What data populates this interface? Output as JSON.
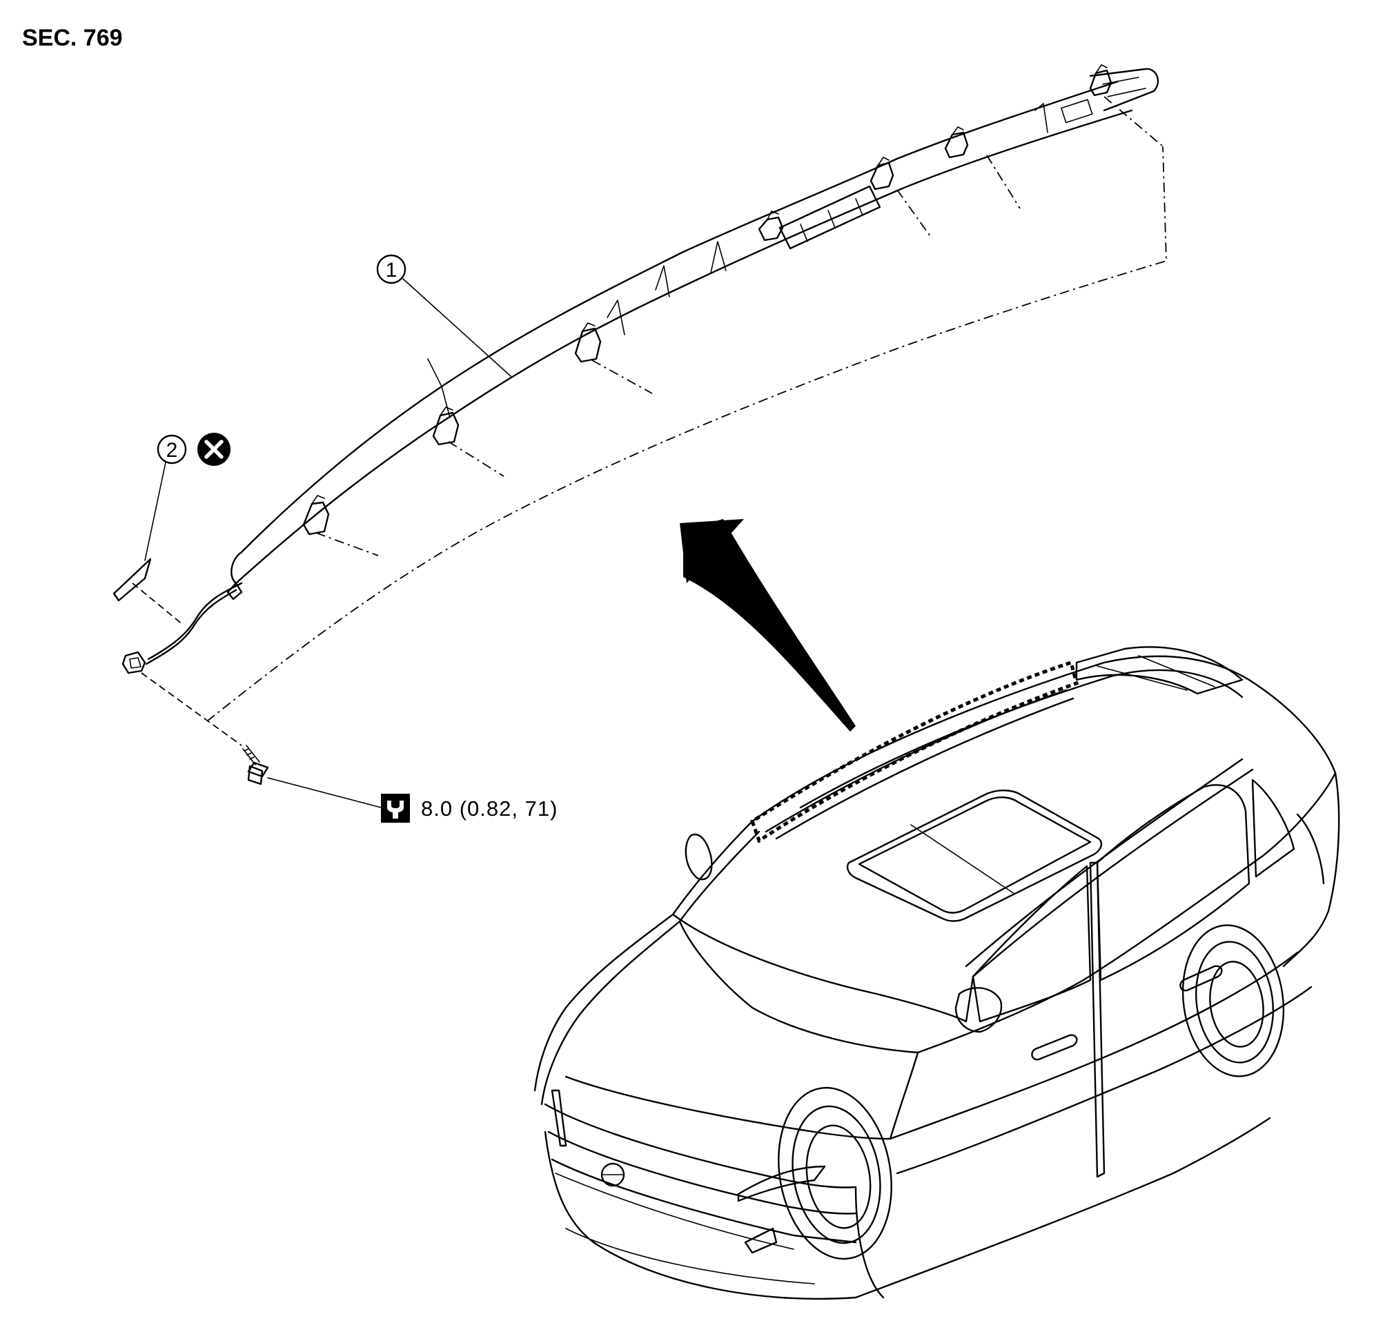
{
  "header": {
    "section": "SEC. 769"
  },
  "callouts": [
    {
      "id": "1",
      "label": "1"
    },
    {
      "id": "2",
      "label": "2"
    }
  ],
  "symbols": {
    "replace_part": "x-circle-icon",
    "torque": "torque-wrench-icon"
  },
  "torque_spec": {
    "text": "8.0 (0.82, 71)"
  }
}
